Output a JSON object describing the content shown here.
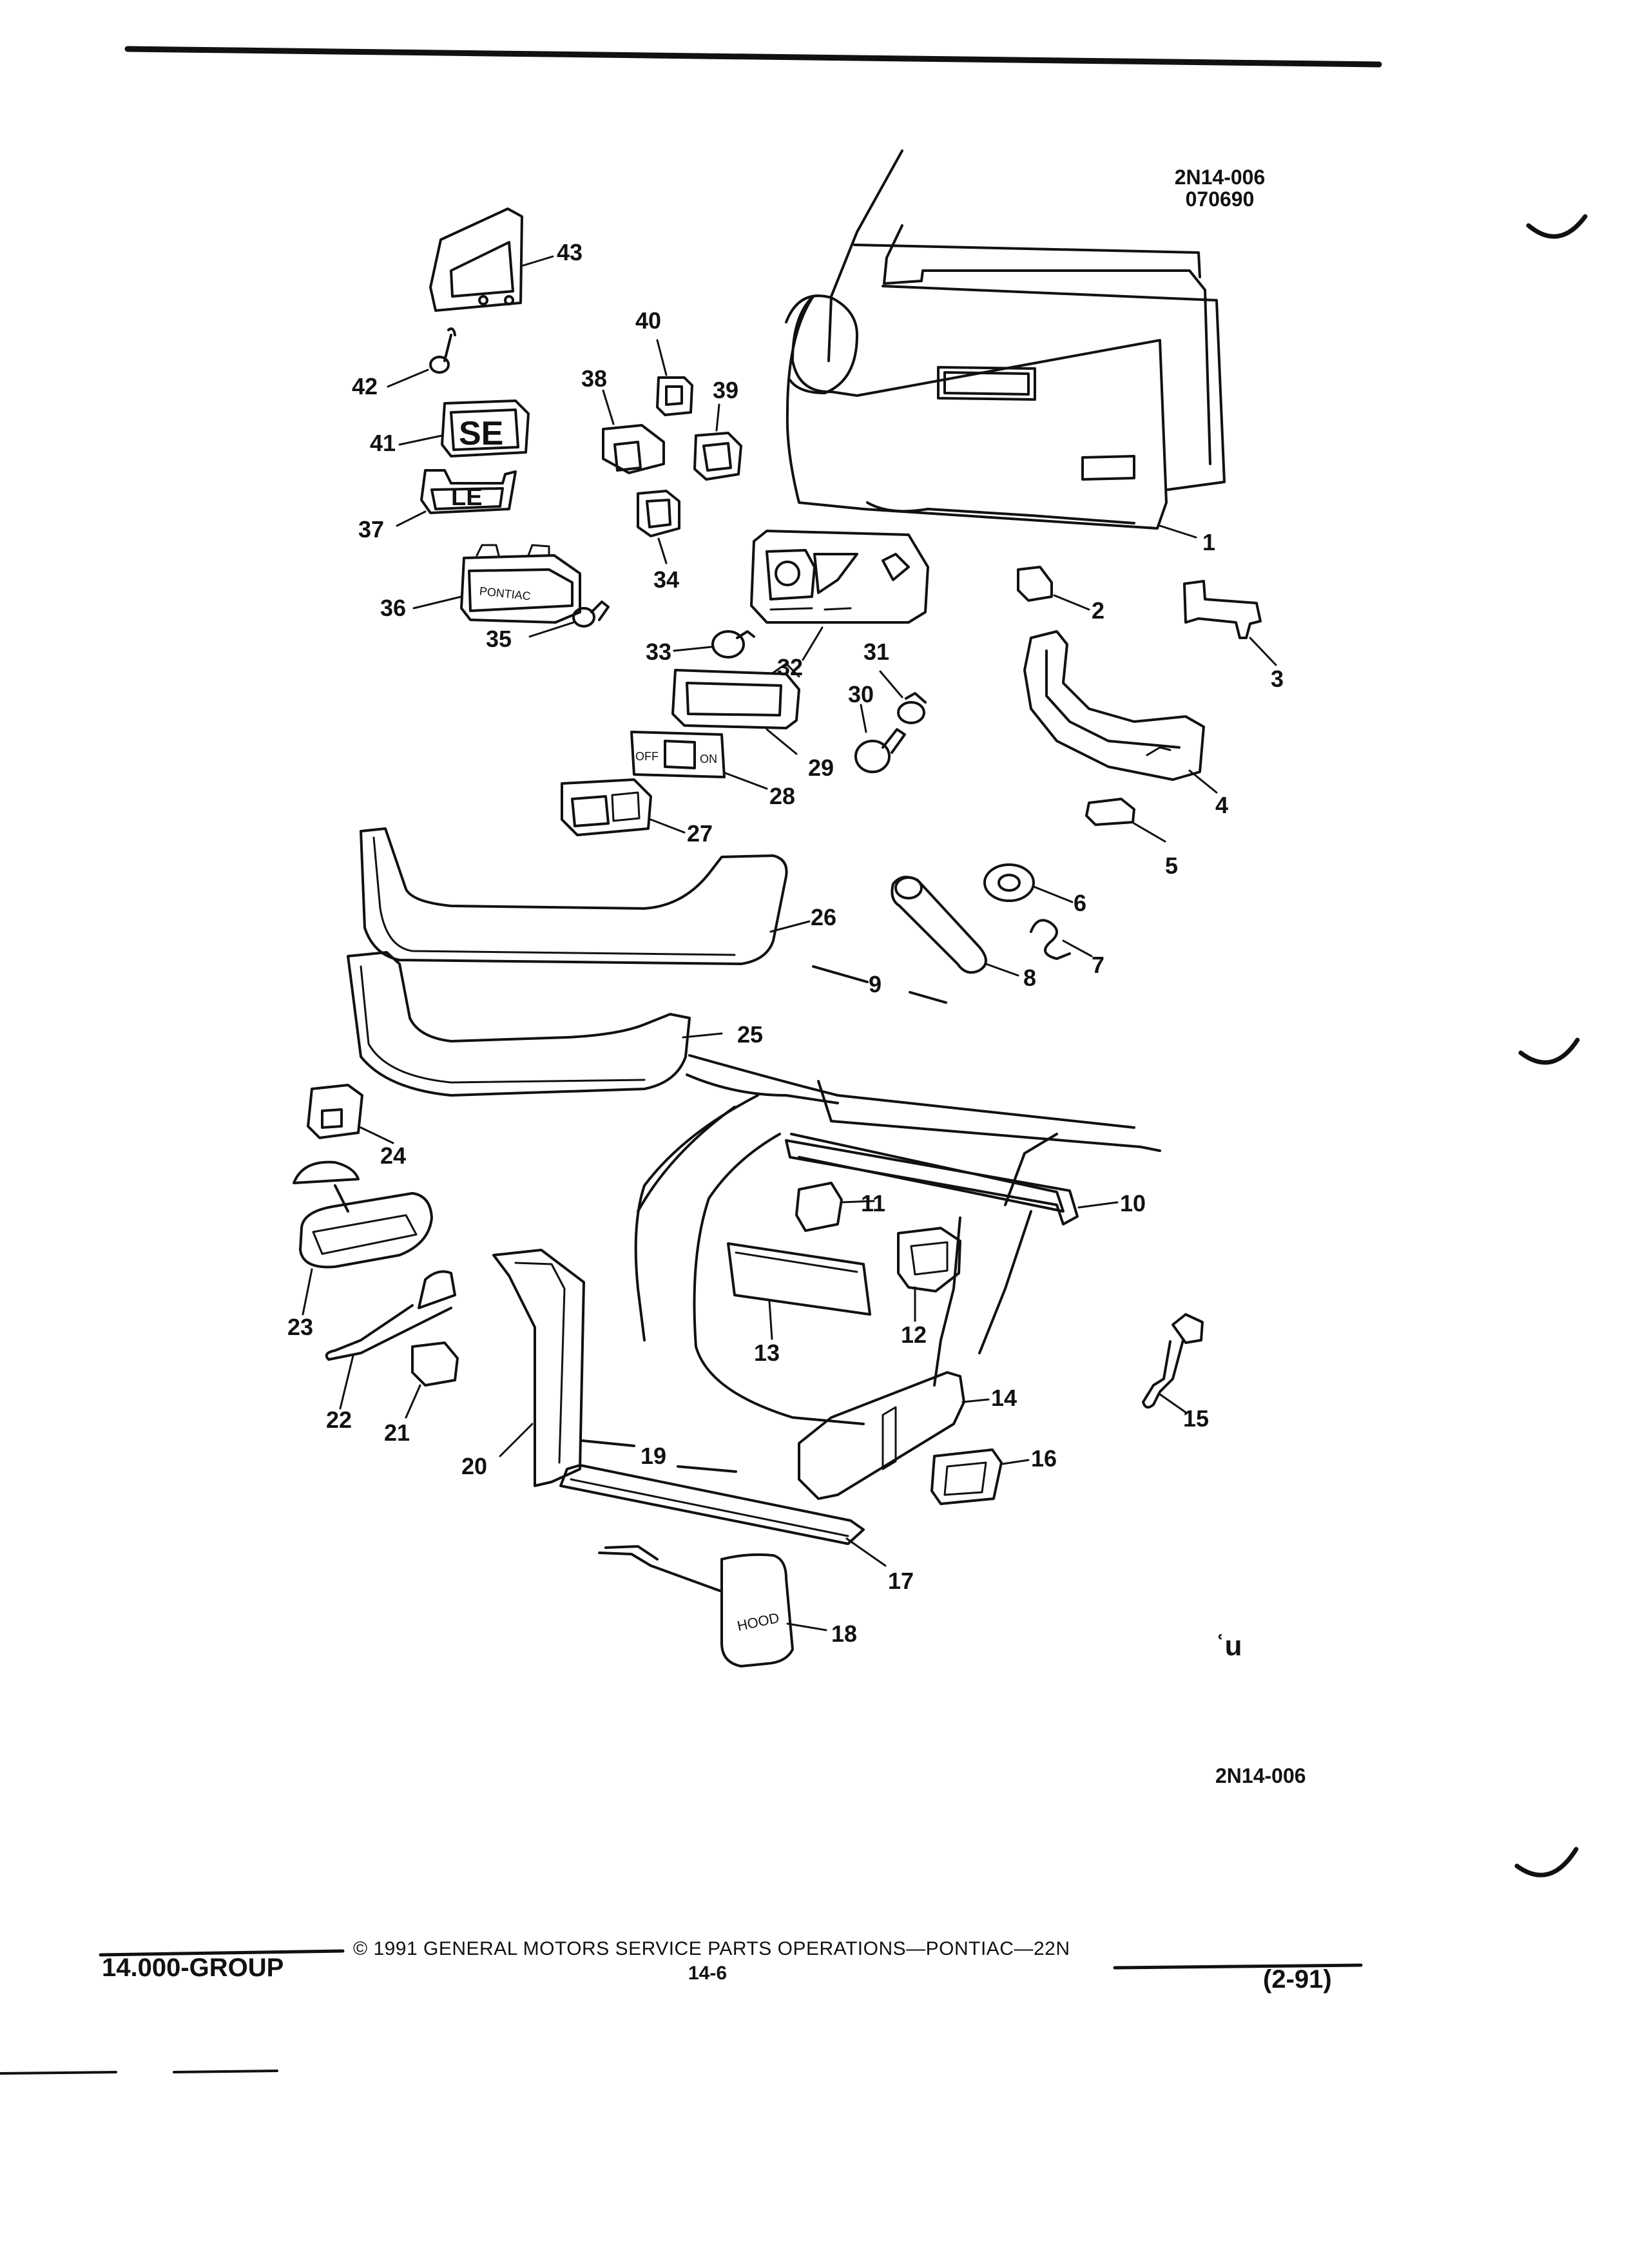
{
  "header": {
    "figure_id": "2N14-006",
    "date_code": "070690"
  },
  "callouts": [
    "1",
    "2",
    "3",
    "4",
    "5",
    "6",
    "7",
    "8",
    "9",
    "10",
    "11",
    "12",
    "13",
    "14",
    "15",
    "16",
    "17",
    "18",
    "19",
    "20",
    "21",
    "22",
    "23",
    "24",
    "25",
    "26",
    "27",
    "28",
    "29",
    "30",
    "31",
    "32",
    "33",
    "34",
    "35",
    "36",
    "37",
    "38",
    "39",
    "40",
    "41",
    "42",
    "43"
  ],
  "part_text": {
    "badge_41": "SE",
    "badge_37": "LE",
    "lamp_36": "PONTIAC",
    "switch_28_off": "OFF",
    "switch_28_on": "ON",
    "hood_18": "HOOD"
  },
  "footer": {
    "group": "14.000-GROUP",
    "copyright": "© 1991 GENERAL MOTORS SERVICE PARTS OPERATIONS—PONTIAC—22N",
    "page": "14-6",
    "revision": "(2-91)",
    "figure_id_bottom": "2N14-006",
    "logo": "ʿu"
  },
  "colors": {
    "ink": "#111111",
    "paper": "#ffffff"
  }
}
